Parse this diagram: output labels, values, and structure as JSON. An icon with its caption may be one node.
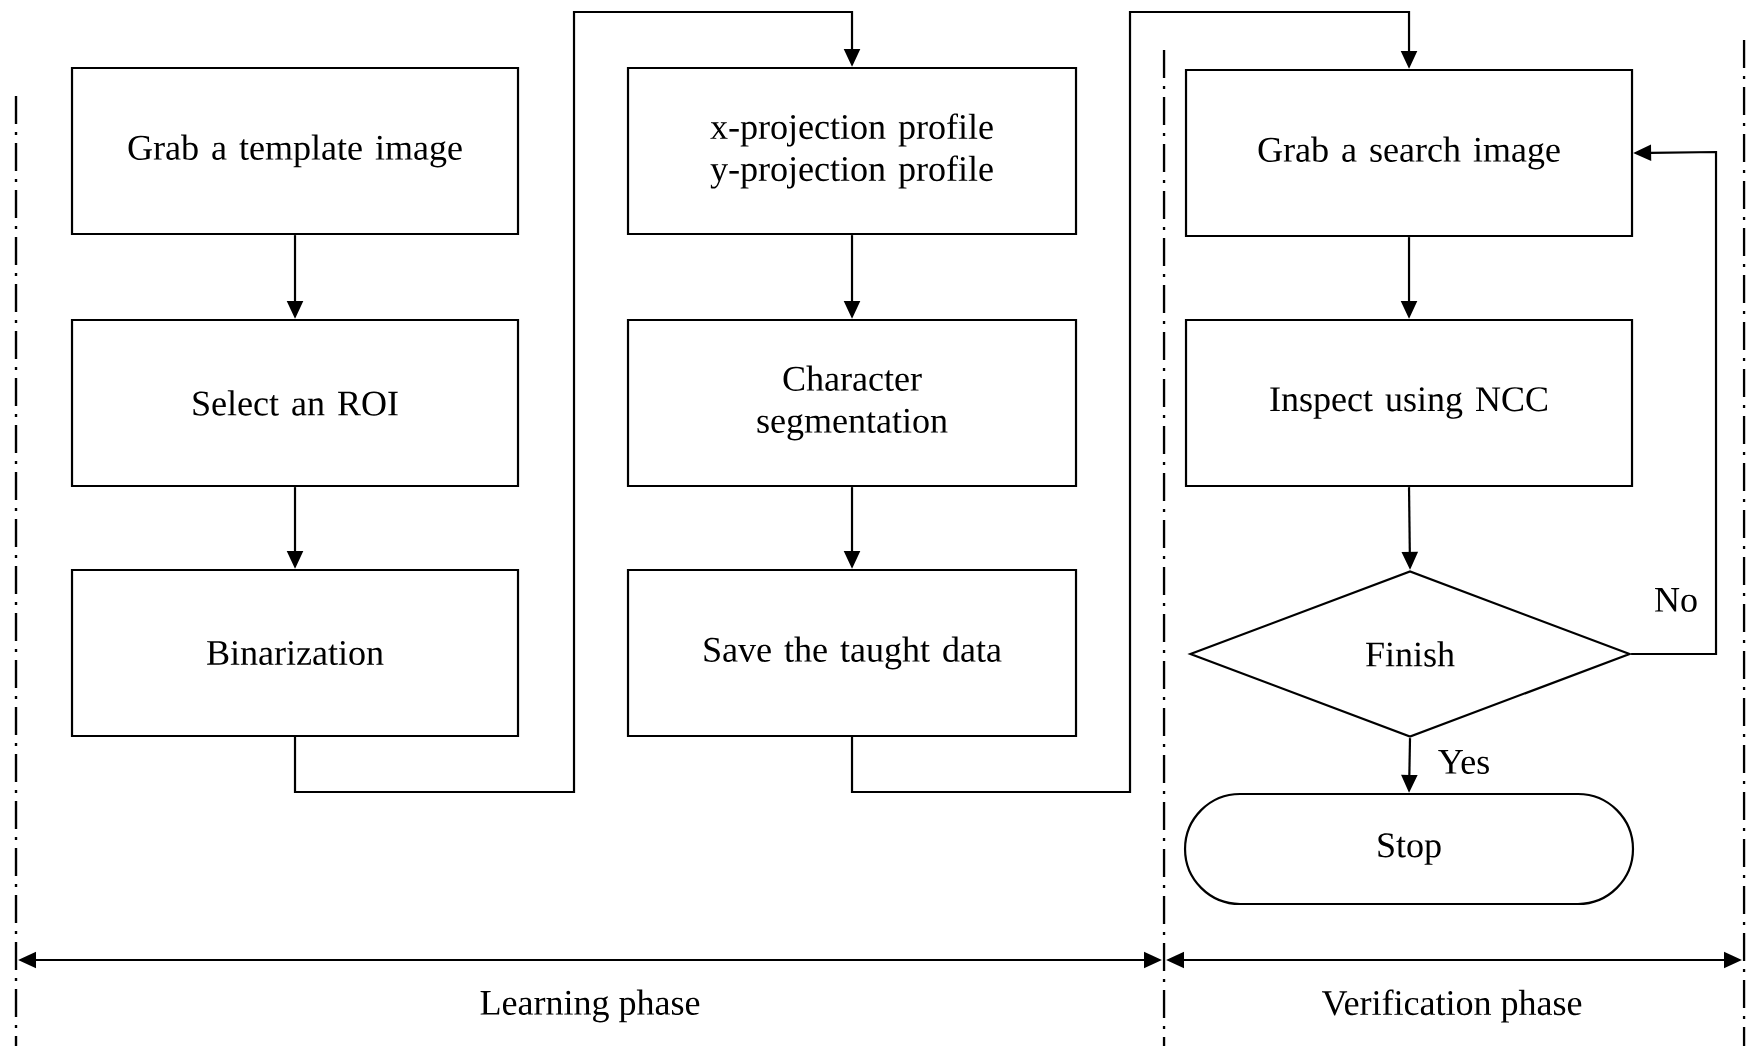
{
  "diagram": {
    "nodes": [
      {
        "text": [
          "Grab a template image"
        ]
      },
      {
        "text": [
          "Select an ROI"
        ]
      },
      {
        "text": [
          "Binarization"
        ]
      },
      {
        "text": [
          "x-projection profile y-projection profile"
        ]
      },
      {
        "text": [
          "Character segmentation"
        ]
      },
      {
        "text": [
          "Save the taught data"
        ]
      },
      {
        "text": [
          "Grab a search image"
        ]
      },
      {
        "text": [
          "Inspect using NCC"
        ]
      },
      {
        "text": [
          "Finish"
        ]
      },
      {
        "text": [
          "Stop"
        ]
      }
    ],
    "edges": [
      {
        "from": 0,
        "to": 1,
        "arrow": "to"
      },
      {
        "from": 1,
        "to": 2,
        "arrow": "to"
      },
      {
        "from": 2,
        "to": 3,
        "arrow": "to"
      },
      {
        "from": 3,
        "to": 4,
        "arrow": "to"
      },
      {
        "from": 4,
        "to": 5,
        "arrow": "to"
      },
      {
        "from": 5,
        "to": 6,
        "arrow": "to"
      },
      {
        "from": 6,
        "to": 7,
        "arrow": "to"
      },
      {
        "from": 7,
        "to": 8,
        "arrow": "to"
      },
      {
        "from": 8,
        "to": 9,
        "arrow": "to",
        "label": "Yes"
      },
      {
        "from": 8,
        "to": 6,
        "arrow": "to",
        "label": "No"
      }
    ],
    "labels": [
      "Learning phase",
      "Verification phase"
    ]
  }
}
